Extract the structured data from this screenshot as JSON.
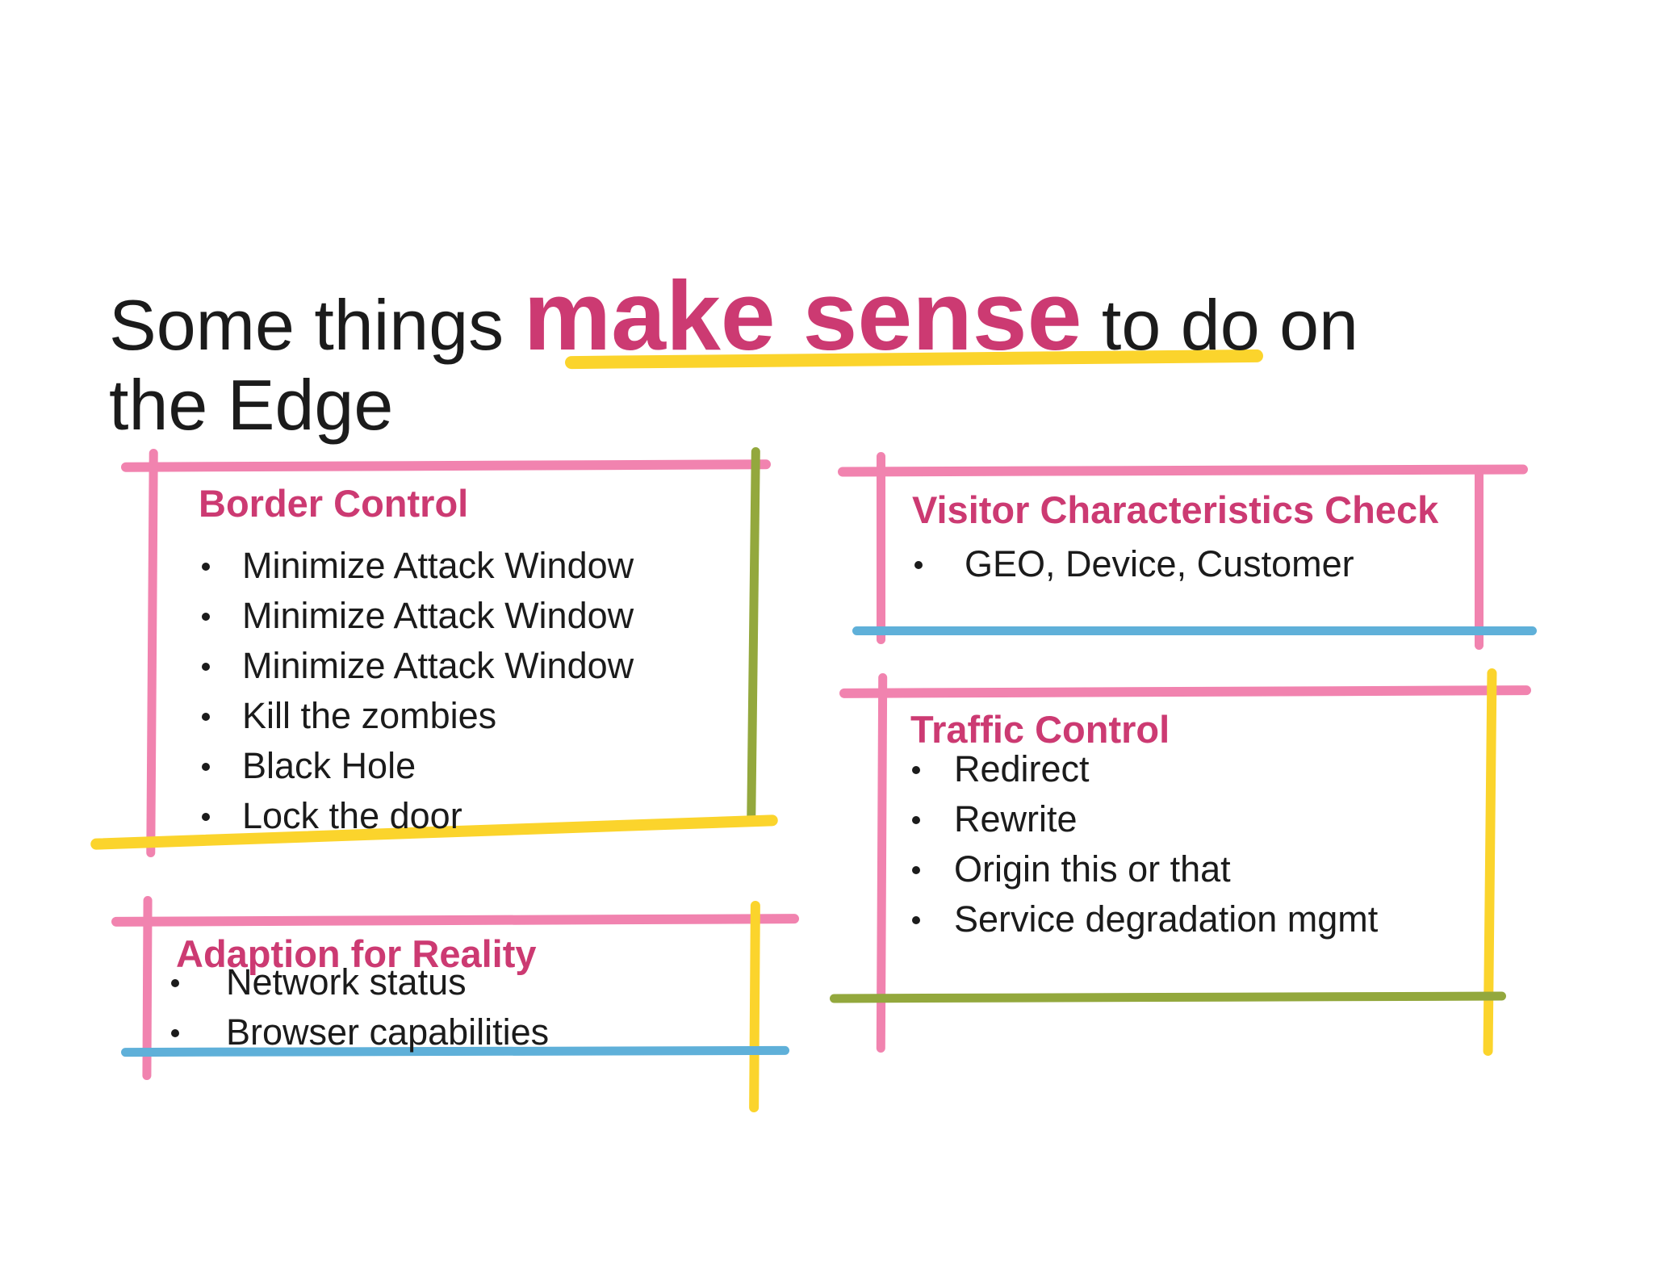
{
  "title": {
    "prefix": "Some things ",
    "highlight": "make sense",
    "suffix": " to do on",
    "line2": "the Edge"
  },
  "colors": {
    "highlight": "#cc3a72",
    "text": "#1b1b1b",
    "pink_line": "#f183af",
    "yellow_line": "#fbd42c",
    "green_line": "#93a83d",
    "blue_line": "#5fb0d9"
  },
  "boxes": [
    {
      "title": "Border Control",
      "items": [
        "Minimize Attack Window",
        "Minimize Attack Window",
        "Minimize Attack Window",
        "Kill the zombies",
        "Black Hole",
        "Lock the door"
      ]
    },
    {
      "title": "Visitor Characteristics Check",
      "items": [
        "GEO, Device, Customer"
      ]
    },
    {
      "title": "Adaption for Reality",
      "items": [
        "Network status",
        "Browser capabilities"
      ]
    },
    {
      "title": "Traffic Control",
      "items": [
        "Redirect",
        "Rewrite",
        "Origin this or that",
        "Service degradation mgmt"
      ]
    }
  ]
}
